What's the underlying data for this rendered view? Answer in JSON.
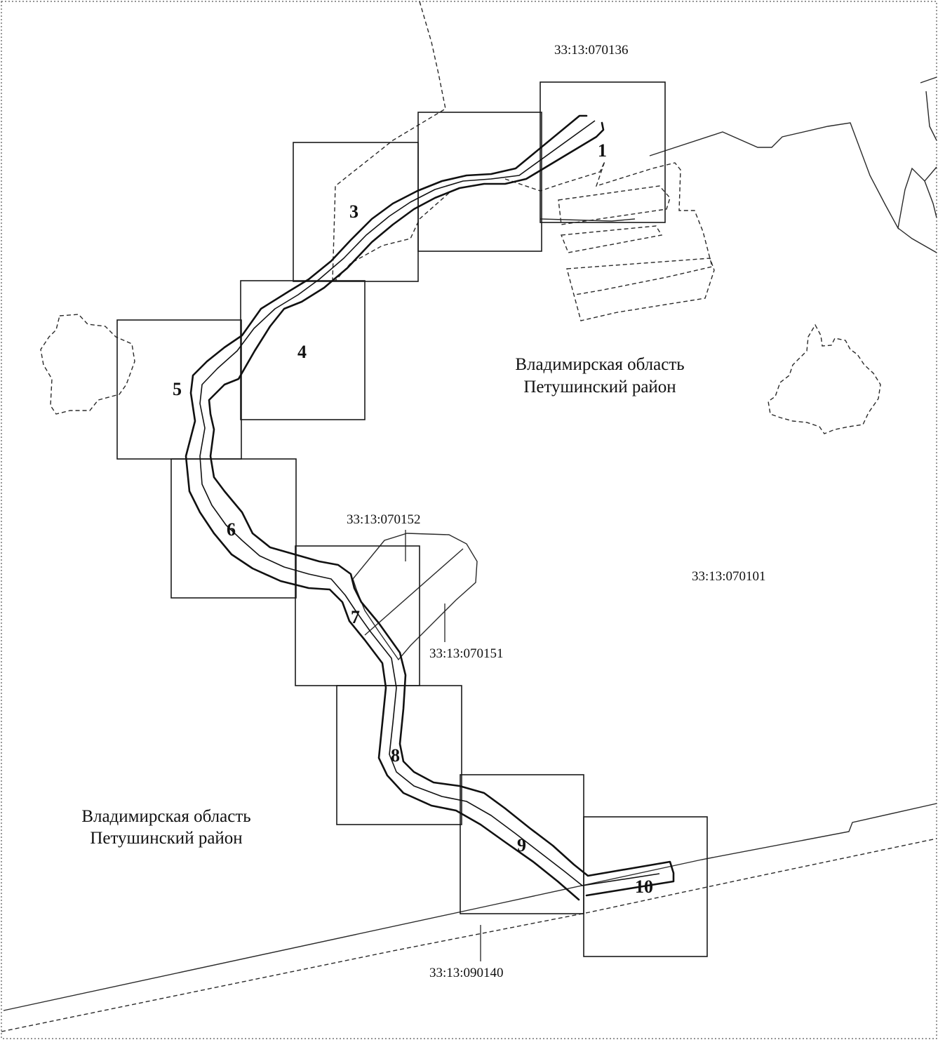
{
  "sheet_numbers": [
    "1",
    "3",
    "4",
    "5",
    "6",
    "7",
    "8",
    "9",
    "10"
  ],
  "cadastral": {
    "q136": "33:13:070136",
    "q152": "33:13:070152",
    "q101": "33:13:070101",
    "q151": "33:13:070151",
    "q140": "33:13:090140"
  },
  "region_ne": {
    "line1": "Владимирская область",
    "line2": "Петушинский район"
  },
  "region_sw": {
    "line1": "Владимирская область",
    "line2": "Петушинский район"
  },
  "colors": {
    "ink": "#111111",
    "paper": "#ffffff"
  }
}
